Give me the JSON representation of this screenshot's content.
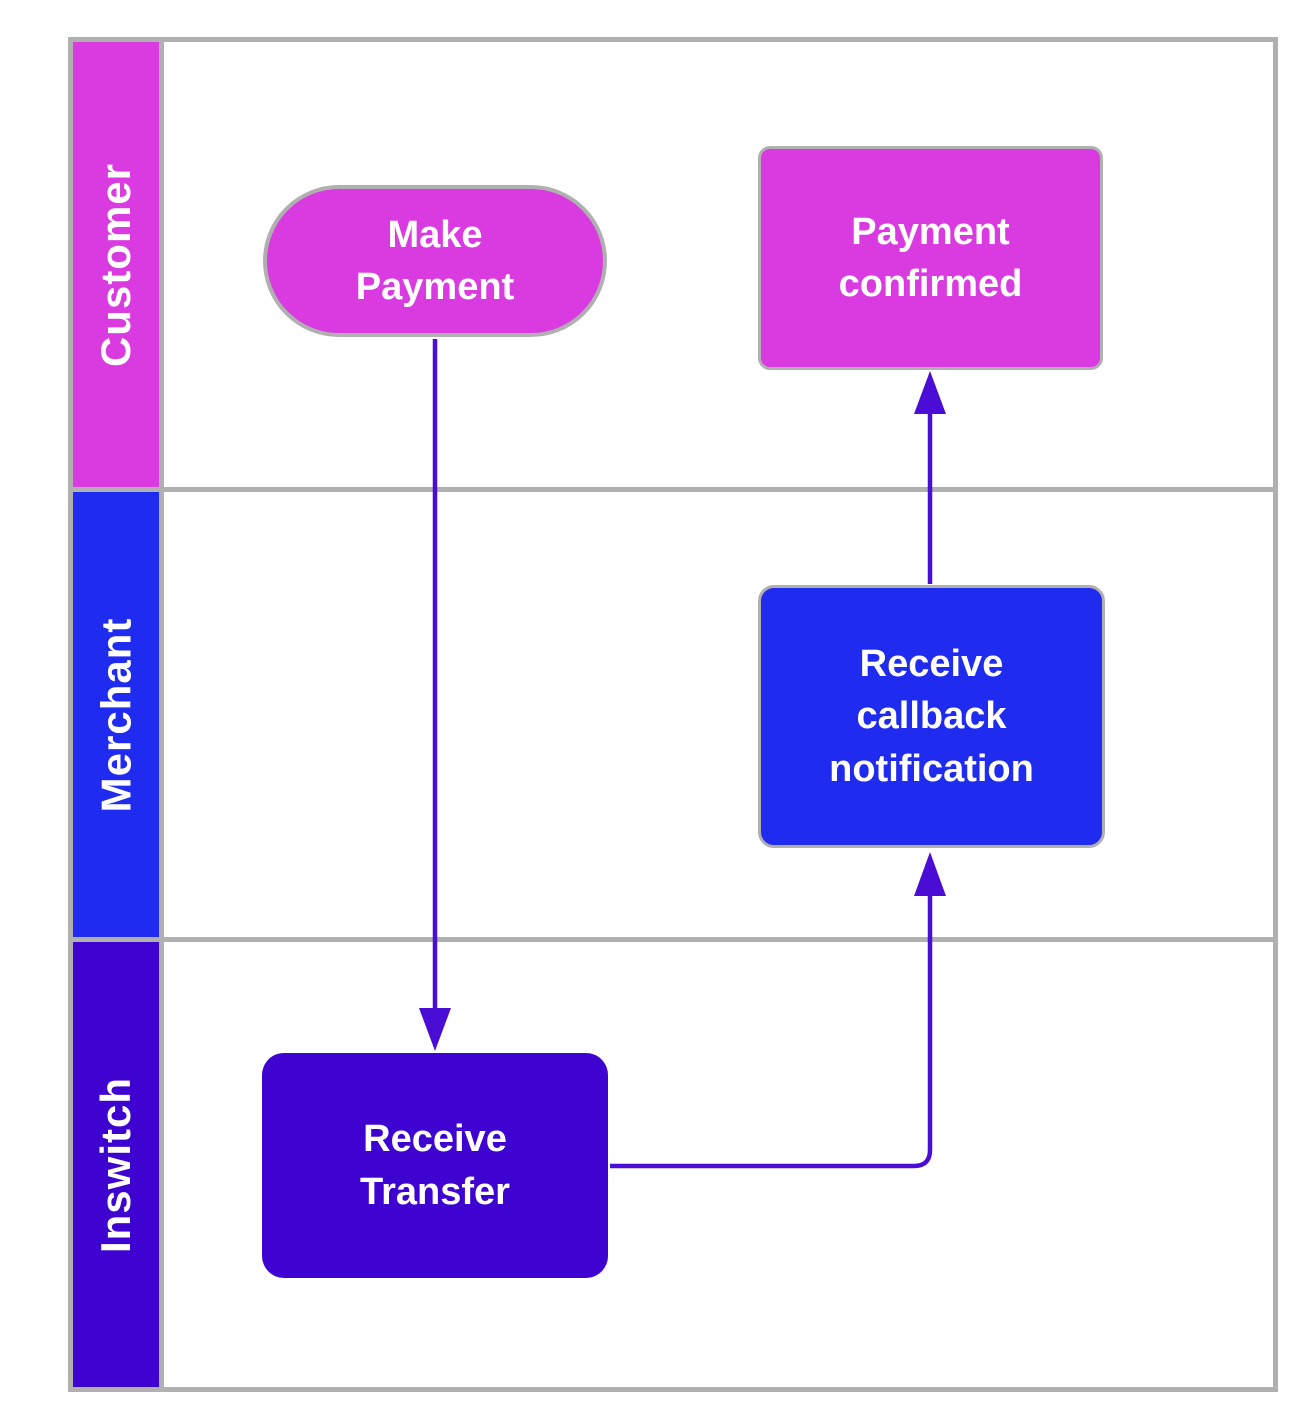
{
  "colors": {
    "magenta": "#d93be0",
    "blue": "#1f2bee",
    "violet": "#3e03d0",
    "arrow": "#4a0dd6",
    "border_gray": "#b0b0b0"
  },
  "lanes": {
    "customer": {
      "label": "Customer"
    },
    "merchant": {
      "label": "Merchant"
    },
    "inswitch": {
      "label": "Inswitch"
    }
  },
  "nodes": {
    "make_payment": {
      "label": "Make Payment",
      "lane": "Customer",
      "shape": "terminator"
    },
    "payment_confirmed": {
      "label": "Payment confirmed",
      "lane": "Customer",
      "shape": "process"
    },
    "receive_callback": {
      "label": "Receive callback notification",
      "lane": "Merchant",
      "shape": "process"
    },
    "receive_transfer": {
      "label": "Receive Transfer",
      "lane": "Inswitch",
      "shape": "process"
    }
  },
  "edges": [
    {
      "from": "make_payment",
      "to": "receive_transfer"
    },
    {
      "from": "receive_transfer",
      "to": "receive_callback"
    },
    {
      "from": "receive_callback",
      "to": "payment_confirmed"
    }
  ]
}
